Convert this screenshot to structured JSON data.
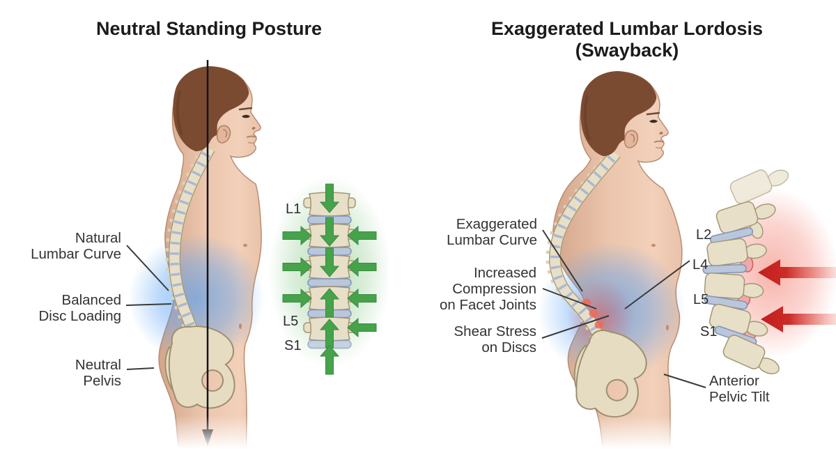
{
  "left": {
    "title": "Neutral Standing Posture",
    "callouts": [
      {
        "lines": [
          "Natural",
          "Lumbar Curve"
        ]
      },
      {
        "lines": [
          "Balanced",
          "Disc Loading"
        ]
      },
      {
        "lines": [
          "Neutral",
          "Pelvis"
        ]
      }
    ],
    "inset_labels": [
      "L1",
      "L5",
      "S1"
    ]
  },
  "right": {
    "title_lines": [
      "Exaggerated Lumbar Lordosis",
      "(Swayback)"
    ],
    "callouts": [
      {
        "lines": [
          "Exaggerated",
          "Lumbar Curve"
        ]
      },
      {
        "lines": [
          "Increased",
          "Compression",
          "on Facet Joints"
        ]
      },
      {
        "lines": [
          "Shear Stress",
          "on Discs"
        ]
      },
      {
        "lines": [
          "Anterior",
          "Pelvic Tilt"
        ]
      }
    ],
    "inset_labels": [
      "L2",
      "L4",
      "L5",
      "S1"
    ]
  },
  "colors": {
    "skin": "#ecc6ae",
    "skin_shadow": "#d3a68b",
    "hair": "#7b4b31",
    "bone": "#e8dfc8",
    "bone_outline": "#a39671",
    "disc": "#b9c6db",
    "disc_outline": "#8095b6",
    "glow_blue": "#4d9cf4",
    "glow_green": "#8cc98c",
    "glow_red": "#f4867a",
    "arrow_green": "#46a24b",
    "arrow_red": "#c62828",
    "leader_line": "#3a3a3a",
    "text": "#2e2e2e"
  }
}
